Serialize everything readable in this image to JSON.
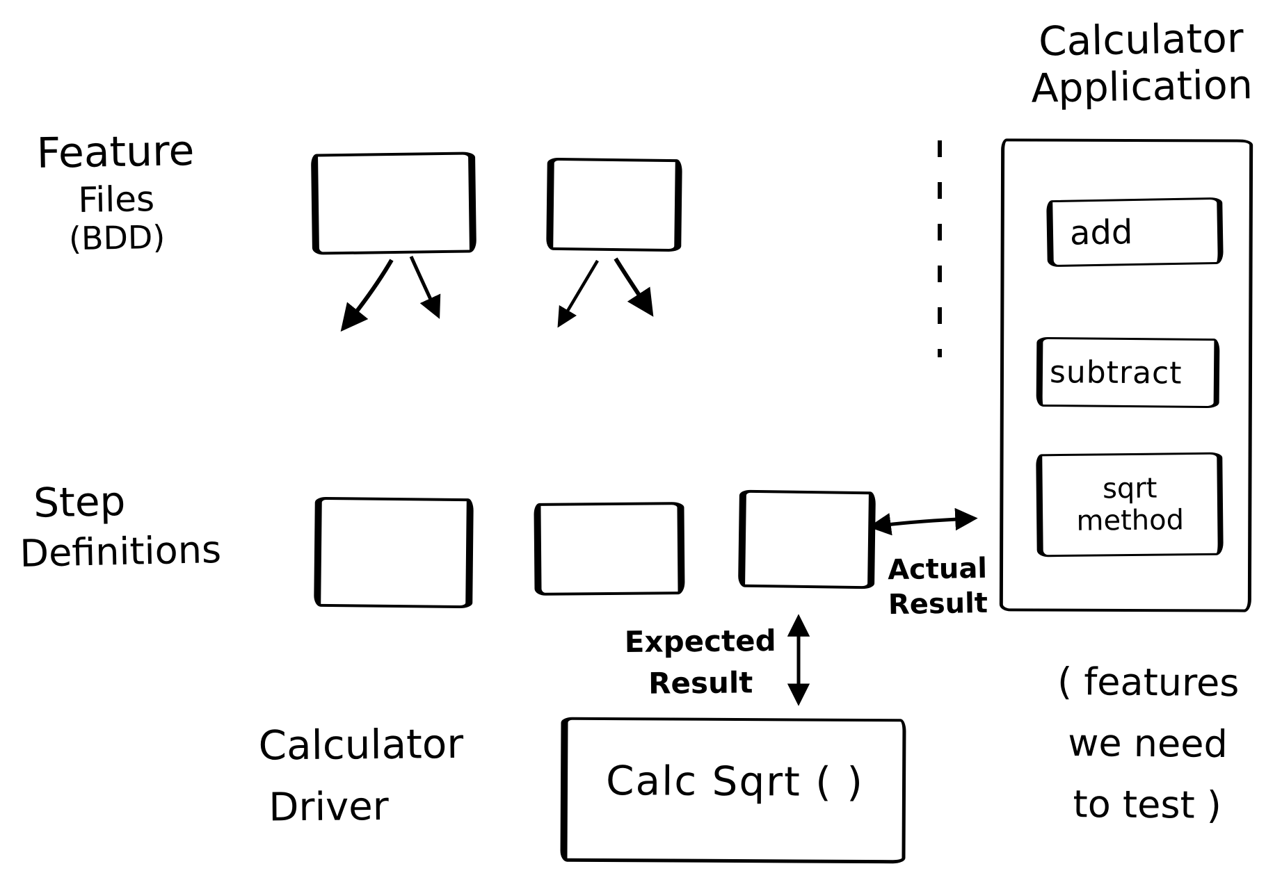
{
  "colors": {
    "background": "#ffffff",
    "ink": "#000000"
  },
  "labels": {
    "feature_files": {
      "line1": "Feature",
      "line2": "Files",
      "line3": "(BDD)"
    },
    "step_definitions": {
      "line1": "Step",
      "line2": "Definitions"
    },
    "calculator_driver": {
      "line1": "Calculator",
      "line2": "Driver"
    },
    "app_title": {
      "line1": "Calculator",
      "line2": "Application"
    },
    "actual_result": {
      "line1": "Actual",
      "line2": "Result"
    },
    "expected_result": {
      "line1": "Expected",
      "line2": "Result"
    },
    "features_note": {
      "line1": "( features",
      "line2": "we need",
      "line3": "to test )"
    }
  },
  "driver": {
    "calc_sqrt_label": "Calc Sqrt ( )"
  },
  "application": {
    "methods": [
      {
        "label": "add"
      },
      {
        "label": "subtract"
      },
      {
        "label": "sqrt method"
      }
    ]
  }
}
